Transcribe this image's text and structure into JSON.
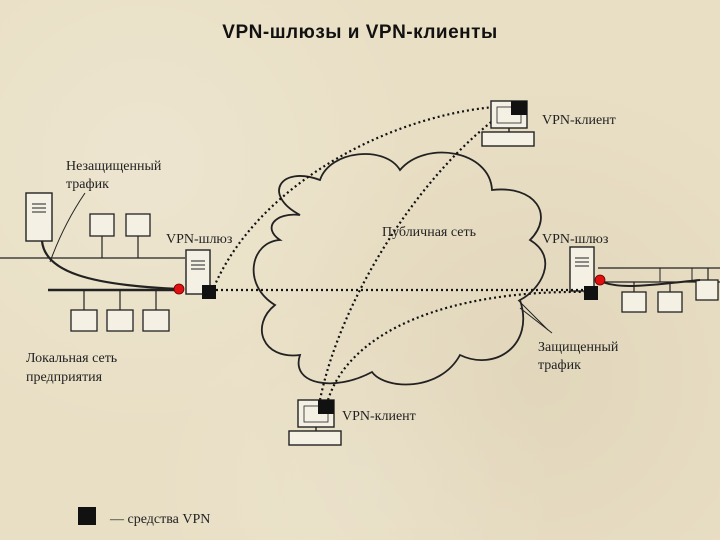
{
  "title": "VPN-шлюзы и VPN-клиенты",
  "labels": {
    "unsecured_line1": "Незащищенный",
    "unsecured_line2": "трафик",
    "vpn_gateway_left": "VPN-шлюз",
    "vpn_gateway_right": "VPN-шлюз",
    "public_network": "Публичная сеть",
    "vpn_client_top": "VPN-клиент",
    "vpn_client_bottom": "VPN-клиент",
    "secured_line1": "Защищенный",
    "secured_line2": "трафик",
    "lan_line1": "Локальная сеть",
    "lan_line2": "предприятия",
    "legend": "— средства VPN"
  },
  "colors": {
    "background": "#e9dfc5",
    "line": "#222222",
    "vpn_marker": "#111111",
    "endpoint_dot": "#e01010"
  }
}
